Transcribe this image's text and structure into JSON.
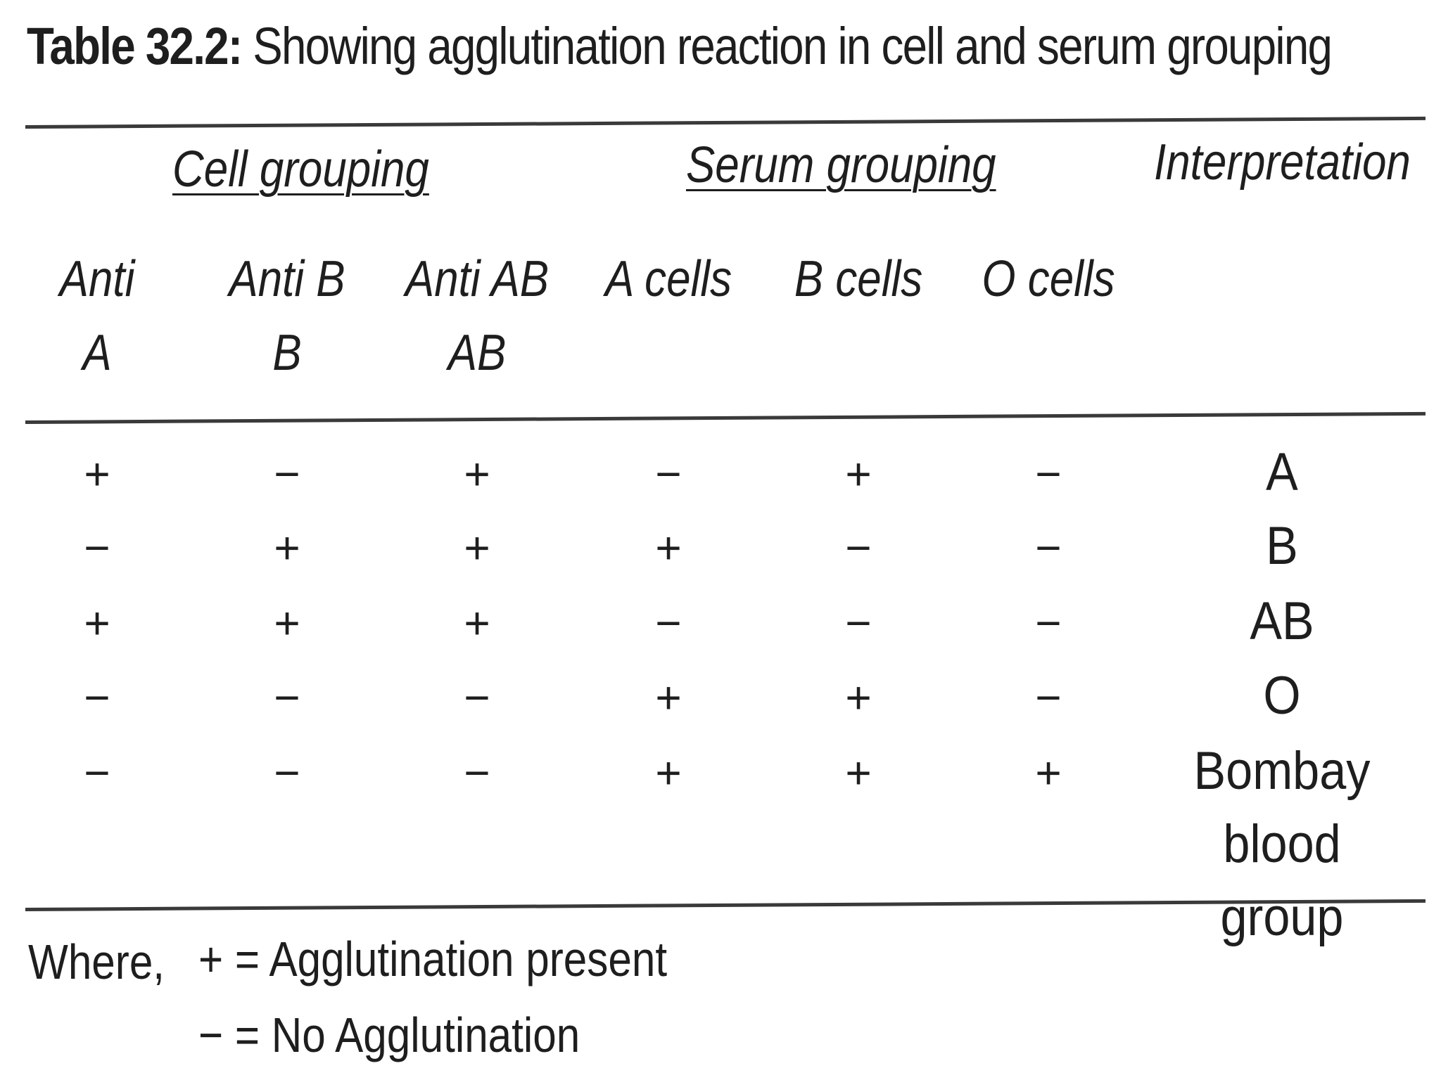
{
  "caption": {
    "label": "Table 32.2:",
    "text": "Showing agglutination reaction in cell and serum grouping"
  },
  "groups": {
    "cell": "Cell grouping",
    "serum": "Serum grouping",
    "interpretation": "Interpretation"
  },
  "columns": [
    {
      "line1": "Anti",
      "line2": "A"
    },
    {
      "line1": "Anti B",
      "line2": "B"
    },
    {
      "line1": "Anti AB",
      "line2": "AB"
    },
    {
      "line1": "A cells",
      "line2": ""
    },
    {
      "line1": "B cells",
      "line2": ""
    },
    {
      "line1": "O cells",
      "line2": ""
    }
  ],
  "rows": [
    {
      "cells": [
        "+",
        "−",
        "+",
        "−",
        "+",
        "−"
      ],
      "interpretation": "A"
    },
    {
      "cells": [
        "−",
        "+",
        "+",
        "+",
        "−",
        "−"
      ],
      "interpretation": "B"
    },
    {
      "cells": [
        "+",
        "+",
        "+",
        "−",
        "−",
        "−"
      ],
      "interpretation": "AB"
    },
    {
      "cells": [
        "−",
        "−",
        "−",
        "+",
        "+",
        "−"
      ],
      "interpretation": "O"
    },
    {
      "cells": [
        "−",
        "−",
        "−",
        "+",
        "+",
        "+"
      ],
      "interpretation": "Bombay blood group"
    }
  ],
  "legend": {
    "prefix": "Where,",
    "plus": "+ = Agglutination present",
    "minus": "− = No Agglutination"
  }
}
